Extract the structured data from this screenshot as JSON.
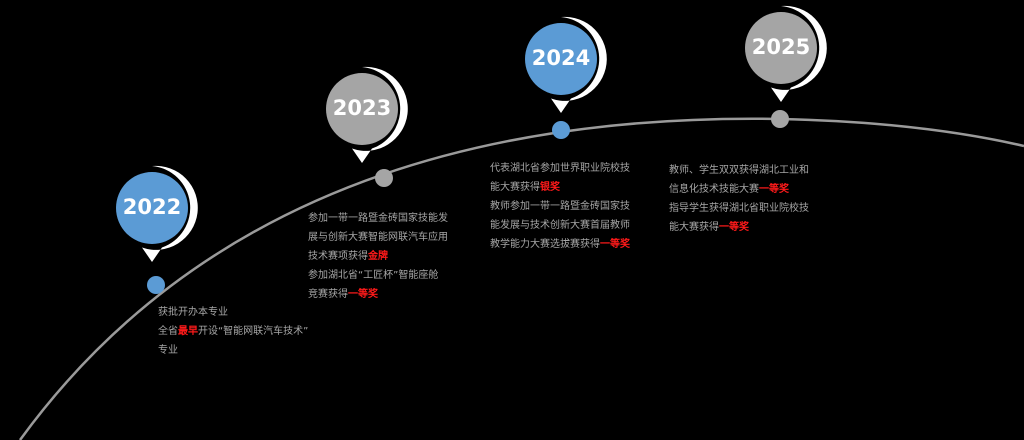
{
  "colors": {
    "background": "#000000",
    "blue": "#5b9bd5",
    "gray": "#a5a5a5",
    "arc": "#9a9a9a",
    "text": "#a6a6a6",
    "highlight": "#ff1a1a"
  },
  "milestones": [
    {
      "year": "2022",
      "color": "blue",
      "lines": [
        [
          {
            "t": "获批开办本专业"
          }
        ],
        [
          {
            "t": "全省"
          },
          {
            "t": "最早",
            "hl": true
          },
          {
            "t": "开设“智能网联汽车技术”"
          }
        ],
        [
          {
            "t": "专业"
          }
        ]
      ]
    },
    {
      "year": "2023",
      "color": "gray",
      "lines": [
        [
          {
            "t": "参加一带一路暨金砖国家技能发"
          }
        ],
        [
          {
            "t": "展与创新大赛智能网联汽车应用"
          }
        ],
        [
          {
            "t": "技术赛项获得"
          },
          {
            "t": "金牌",
            "hl": true
          }
        ],
        [
          {
            "t": "参加湖北省“工匠杯”智能座舱"
          }
        ],
        [
          {
            "t": "竞赛获得"
          },
          {
            "t": "一等奖",
            "hl": true
          }
        ]
      ]
    },
    {
      "year": "2024",
      "color": "blue",
      "lines": [
        [
          {
            "t": "代表湖北省参加世界职业院校技"
          }
        ],
        [
          {
            "t": "能大赛获得"
          },
          {
            "t": "银奖",
            "hl": true
          }
        ],
        [
          {
            "t": "教师参加一带一路暨金砖国家技"
          }
        ],
        [
          {
            "t": "能发展与技术创新大赛首届教师"
          }
        ],
        [
          {
            "t": "教学能力大赛选拔赛获得"
          },
          {
            "t": "一等奖",
            "hl": true
          }
        ]
      ]
    },
    {
      "year": "2025",
      "color": "gray",
      "lines": [
        [
          {
            "t": "教师、学生双双获得湖北工业和"
          }
        ],
        [
          {
            "t": "信息化技术技能大赛"
          },
          {
            "t": "一等奖",
            "hl": true
          }
        ],
        [
          {
            "t": "指导学生获得湖北省职业院校技"
          }
        ],
        [
          {
            "t": "能大赛获得"
          },
          {
            "t": "一等奖",
            "hl": true
          }
        ]
      ]
    }
  ]
}
